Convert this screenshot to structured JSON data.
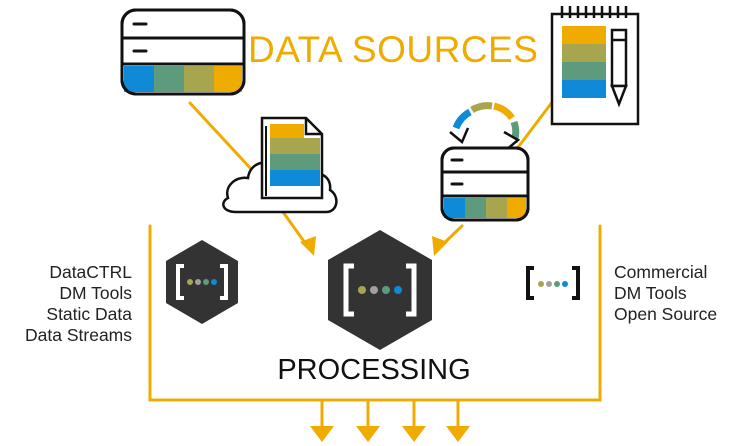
{
  "title": "DATA SOURCES",
  "left_labels": [
    "DataCTRL",
    "DM Tools",
    "Static Data",
    "Data Streams"
  ],
  "right_labels": [
    "Commercial",
    "DM Tools",
    "Open Source"
  ],
  "processing_label": "PROCESSING",
  "colors": {
    "accent": "#f0ab00",
    "olive": "#a7a64e",
    "teal": "#5e9b7c",
    "blue": "#0e8ad6",
    "hex_dark": "#333333",
    "outline": "#111111"
  },
  "icons": [
    "database-icon",
    "document-icon",
    "cloud-icon",
    "notepad-icon",
    "pencil-icon",
    "sync-icon",
    "hexagon-processing-icon",
    "code-braces-icon"
  ]
}
